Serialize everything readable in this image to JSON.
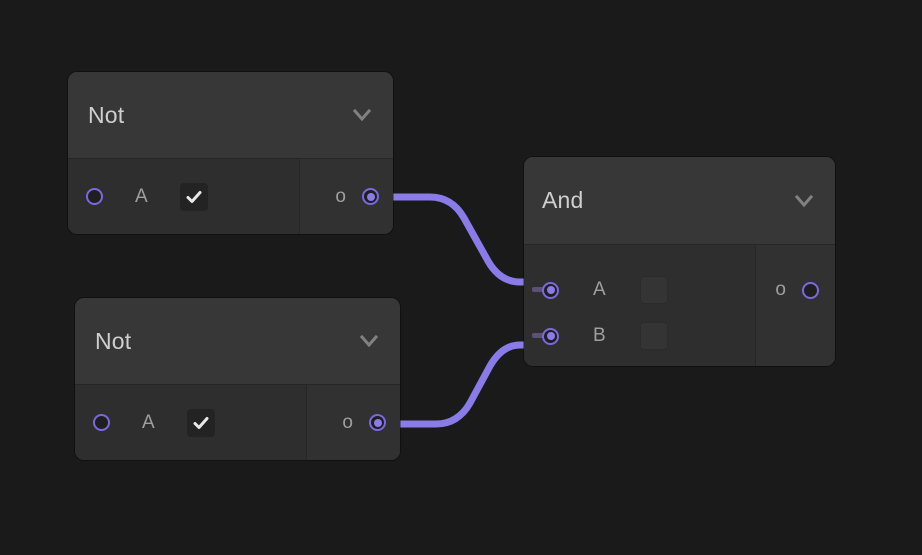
{
  "canvas": {
    "background": "#1a1a1a",
    "wire_color": "#8b7be8",
    "accent": "#7b68e0",
    "node_header_bg": "#373737",
    "node_body_bg": "#2e2e2e",
    "label_color": "#9f9f9f",
    "title_color": "#cfcfcf"
  },
  "nodes": [
    {
      "id": "not-1",
      "title": "Not",
      "collapse_icon": "chevron-down-icon",
      "inputs": [
        {
          "label": "A",
          "port_state": "empty",
          "checkbox": {
            "checked": true,
            "icon": "check-icon"
          }
        }
      ],
      "outputs": [
        {
          "label": "o",
          "port_state": "filled"
        }
      ]
    },
    {
      "id": "not-2",
      "title": "Not",
      "collapse_icon": "chevron-down-icon",
      "inputs": [
        {
          "label": "A",
          "port_state": "empty",
          "checkbox": {
            "checked": true,
            "icon": "check-icon"
          }
        }
      ],
      "outputs": [
        {
          "label": "o",
          "port_state": "filled"
        }
      ]
    },
    {
      "id": "and-1",
      "title": "And",
      "collapse_icon": "chevron-down-icon",
      "inputs": [
        {
          "label": "A",
          "port_state": "filled",
          "checkbox": {
            "checked": false,
            "icon": "empty-checkbox-icon"
          }
        },
        {
          "label": "B",
          "port_state": "filled",
          "checkbox": {
            "checked": false,
            "icon": "empty-checkbox-icon"
          }
        }
      ],
      "outputs": [
        {
          "label": "o",
          "port_state": "empty"
        }
      ]
    }
  ],
  "connections": [
    {
      "from": "not-1.o",
      "to": "and-1.A"
    },
    {
      "from": "not-2.o",
      "to": "and-1.B"
    }
  ]
}
